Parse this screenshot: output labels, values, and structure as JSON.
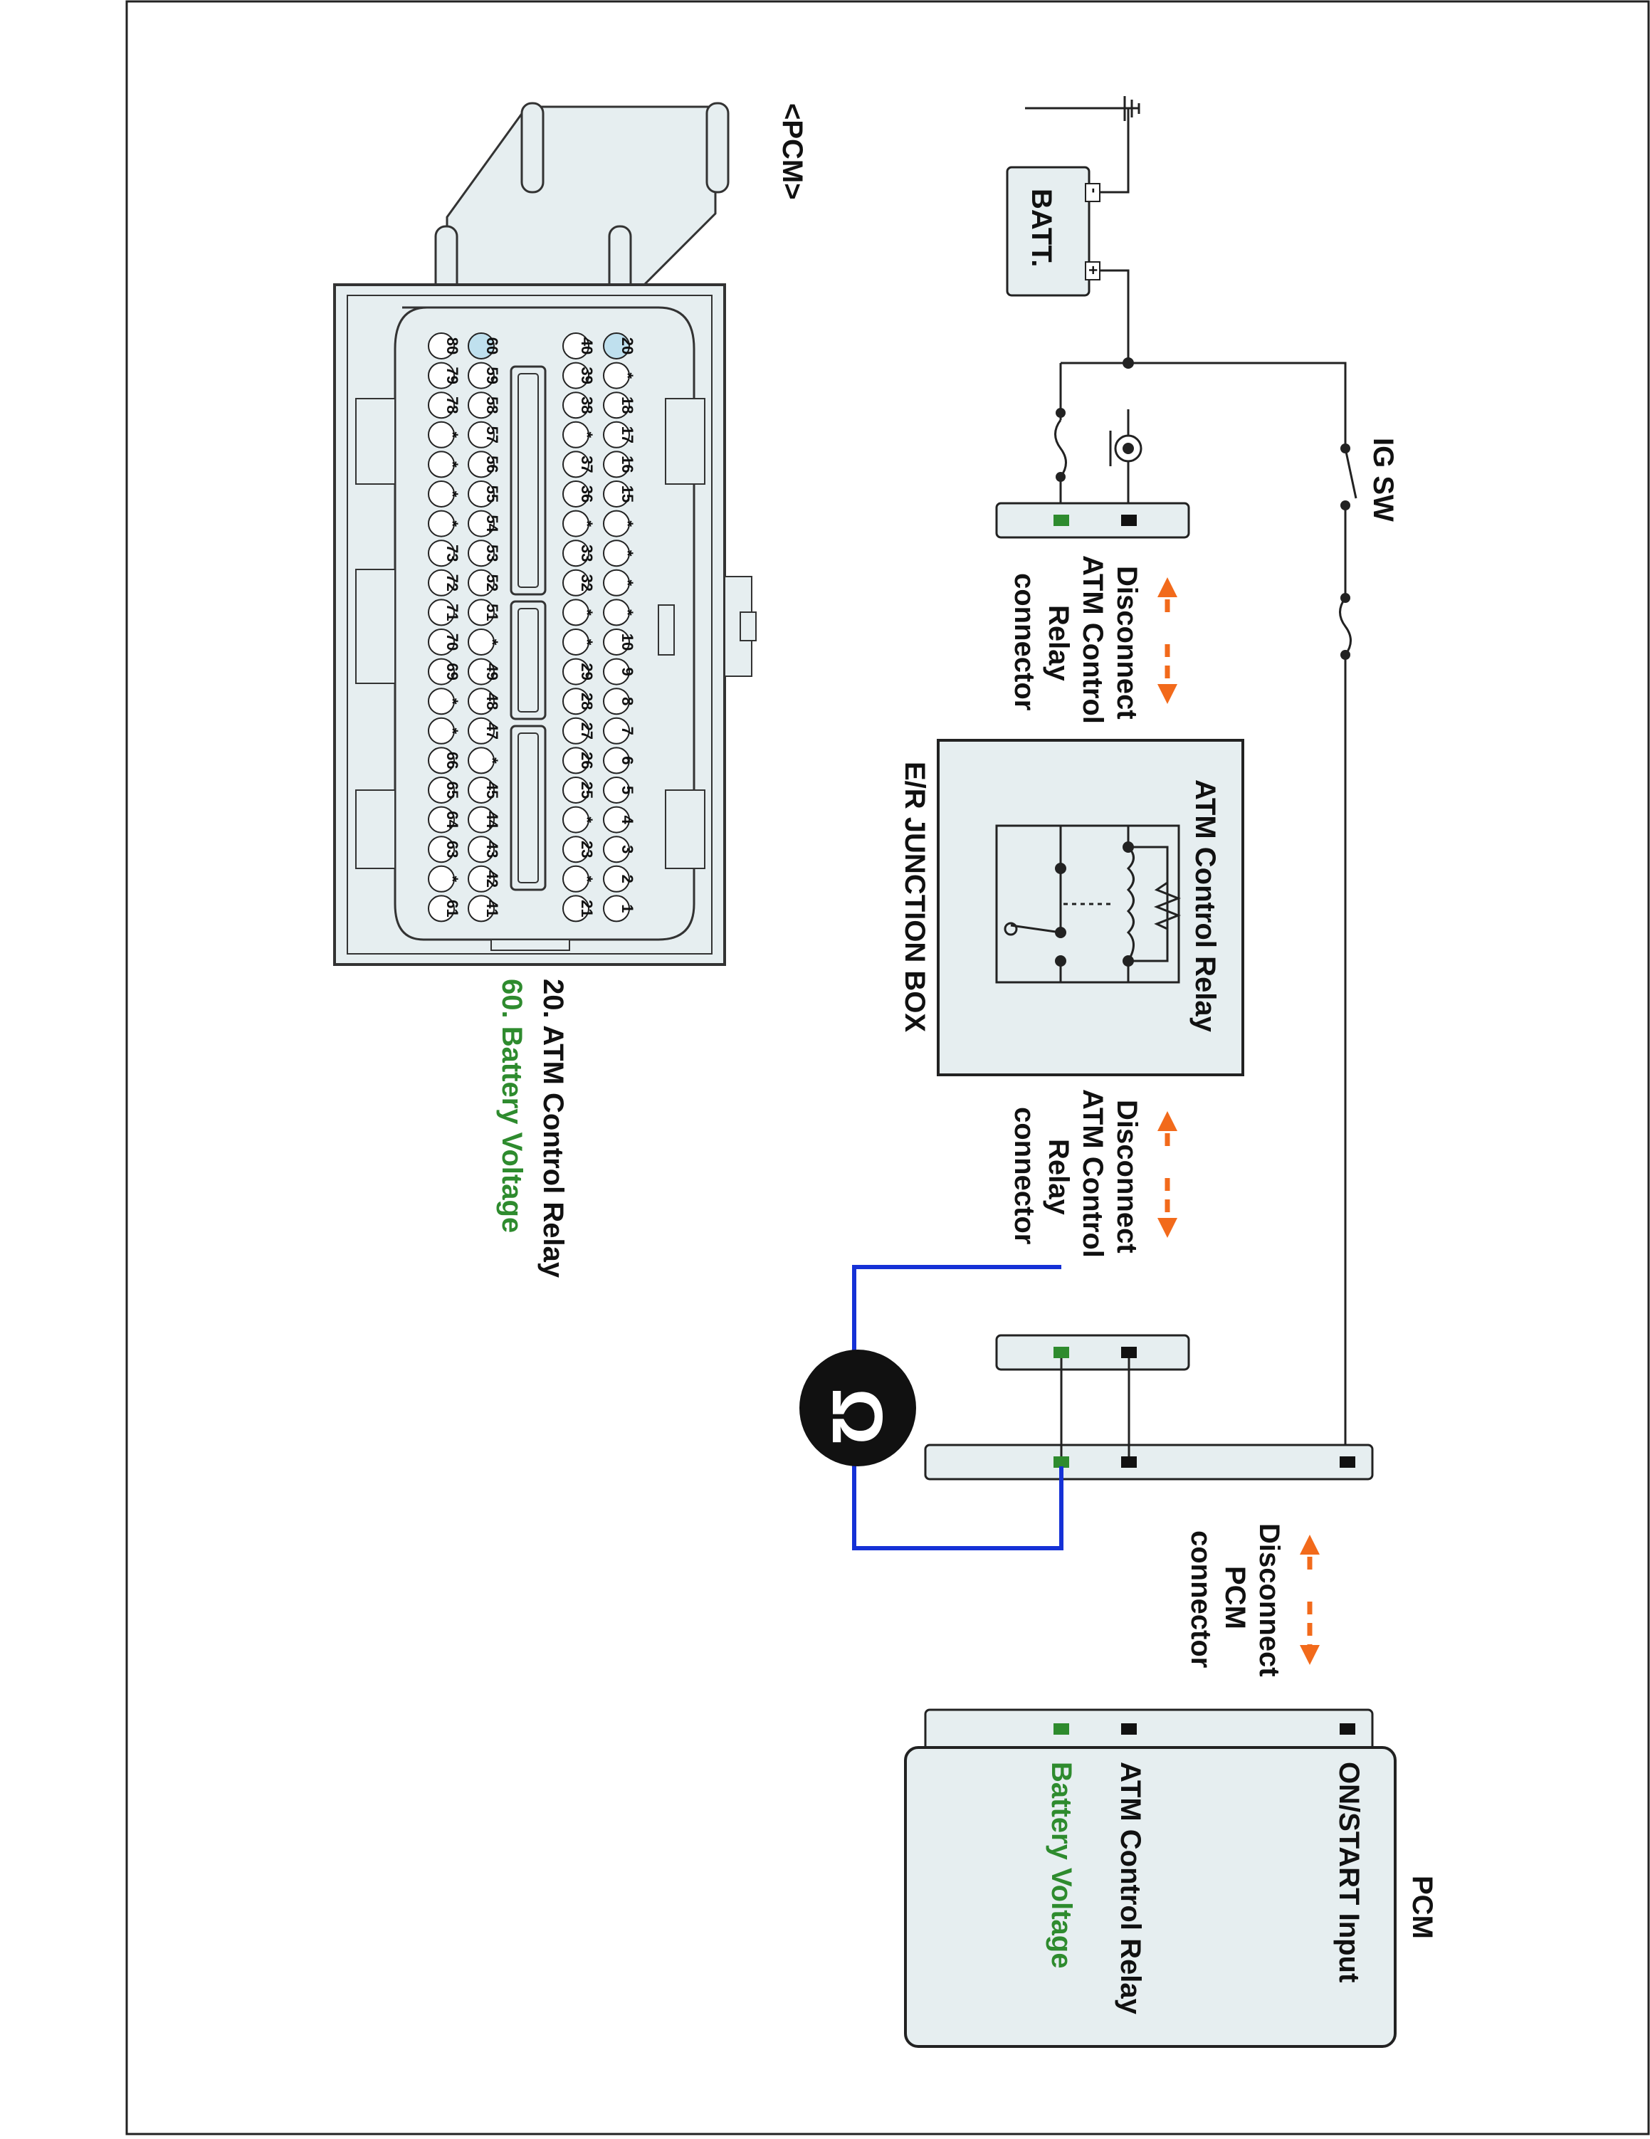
{
  "pcm_view_title": "<PCM>",
  "battery_label": "BATT.",
  "battery_minus": "-",
  "battery_plus": "+",
  "ig_switch_label": "IG SW",
  "disconnect_relay_1": [
    "Disconnect",
    "ATM Control",
    "Relay",
    "connector"
  ],
  "disconnect_relay_2": [
    "Disconnect",
    "ATM Control",
    "Relay",
    "connector"
  ],
  "disconnect_pcm": [
    "Disconnect",
    "PCM",
    "connector"
  ],
  "relay_label": "ATM Control Relay",
  "junction_box_label": "E/R JUNCTION BOX",
  "ohmmeter_symbol": "Ω",
  "pcm_box": {
    "title": "PCM",
    "pins": [
      {
        "label": "ON/START Input",
        "color": "#111111"
      },
      {
        "label": "ATM Control Relay",
        "color": "#111111"
      },
      {
        "label": "Battery Voltage",
        "color": "#2e8b2e"
      }
    ]
  },
  "legend": [
    {
      "text": "20. ATM Control Relay",
      "color": "#111111"
    },
    {
      "text": "60. Battery Voltage",
      "color": "#2e8b2e"
    }
  ],
  "connector_rows": [
    [
      "20",
      "*",
      "18",
      "17",
      "16",
      "15",
      "*",
      "*",
      "*",
      "*",
      "10",
      "9",
      "8",
      "7",
      "6",
      "5",
      "4",
      "3",
      "2",
      "1"
    ],
    [
      "40",
      "39",
      "38",
      "*",
      "37",
      "36",
      "*",
      "33",
      "32",
      "*",
      "*",
      "29",
      "28",
      "27",
      "26",
      "25",
      "*",
      "23",
      "*",
      "21"
    ],
    [
      "60",
      "59",
      "58",
      "57",
      "56",
      "55",
      "54",
      "53",
      "52",
      "51",
      "*",
      "49",
      "48",
      "47",
      "*",
      "45",
      "44",
      "43",
      "42",
      "41"
    ],
    [
      "80",
      "79",
      "78",
      "*",
      "*",
      "*",
      "*",
      "73",
      "72",
      "71",
      "70",
      "69",
      "*",
      "*",
      "66",
      "65",
      "64",
      "63",
      "*",
      "61"
    ]
  ],
  "highlight_pins": [
    "20",
    "60"
  ],
  "colors": {
    "accent_orange": "#f26a1b",
    "battery_green": "#2e8b2e",
    "meter_wire_blue": "#1531d6",
    "panel_fill": "#e6eef0",
    "highlight_pin": "#bfe0ee"
  }
}
